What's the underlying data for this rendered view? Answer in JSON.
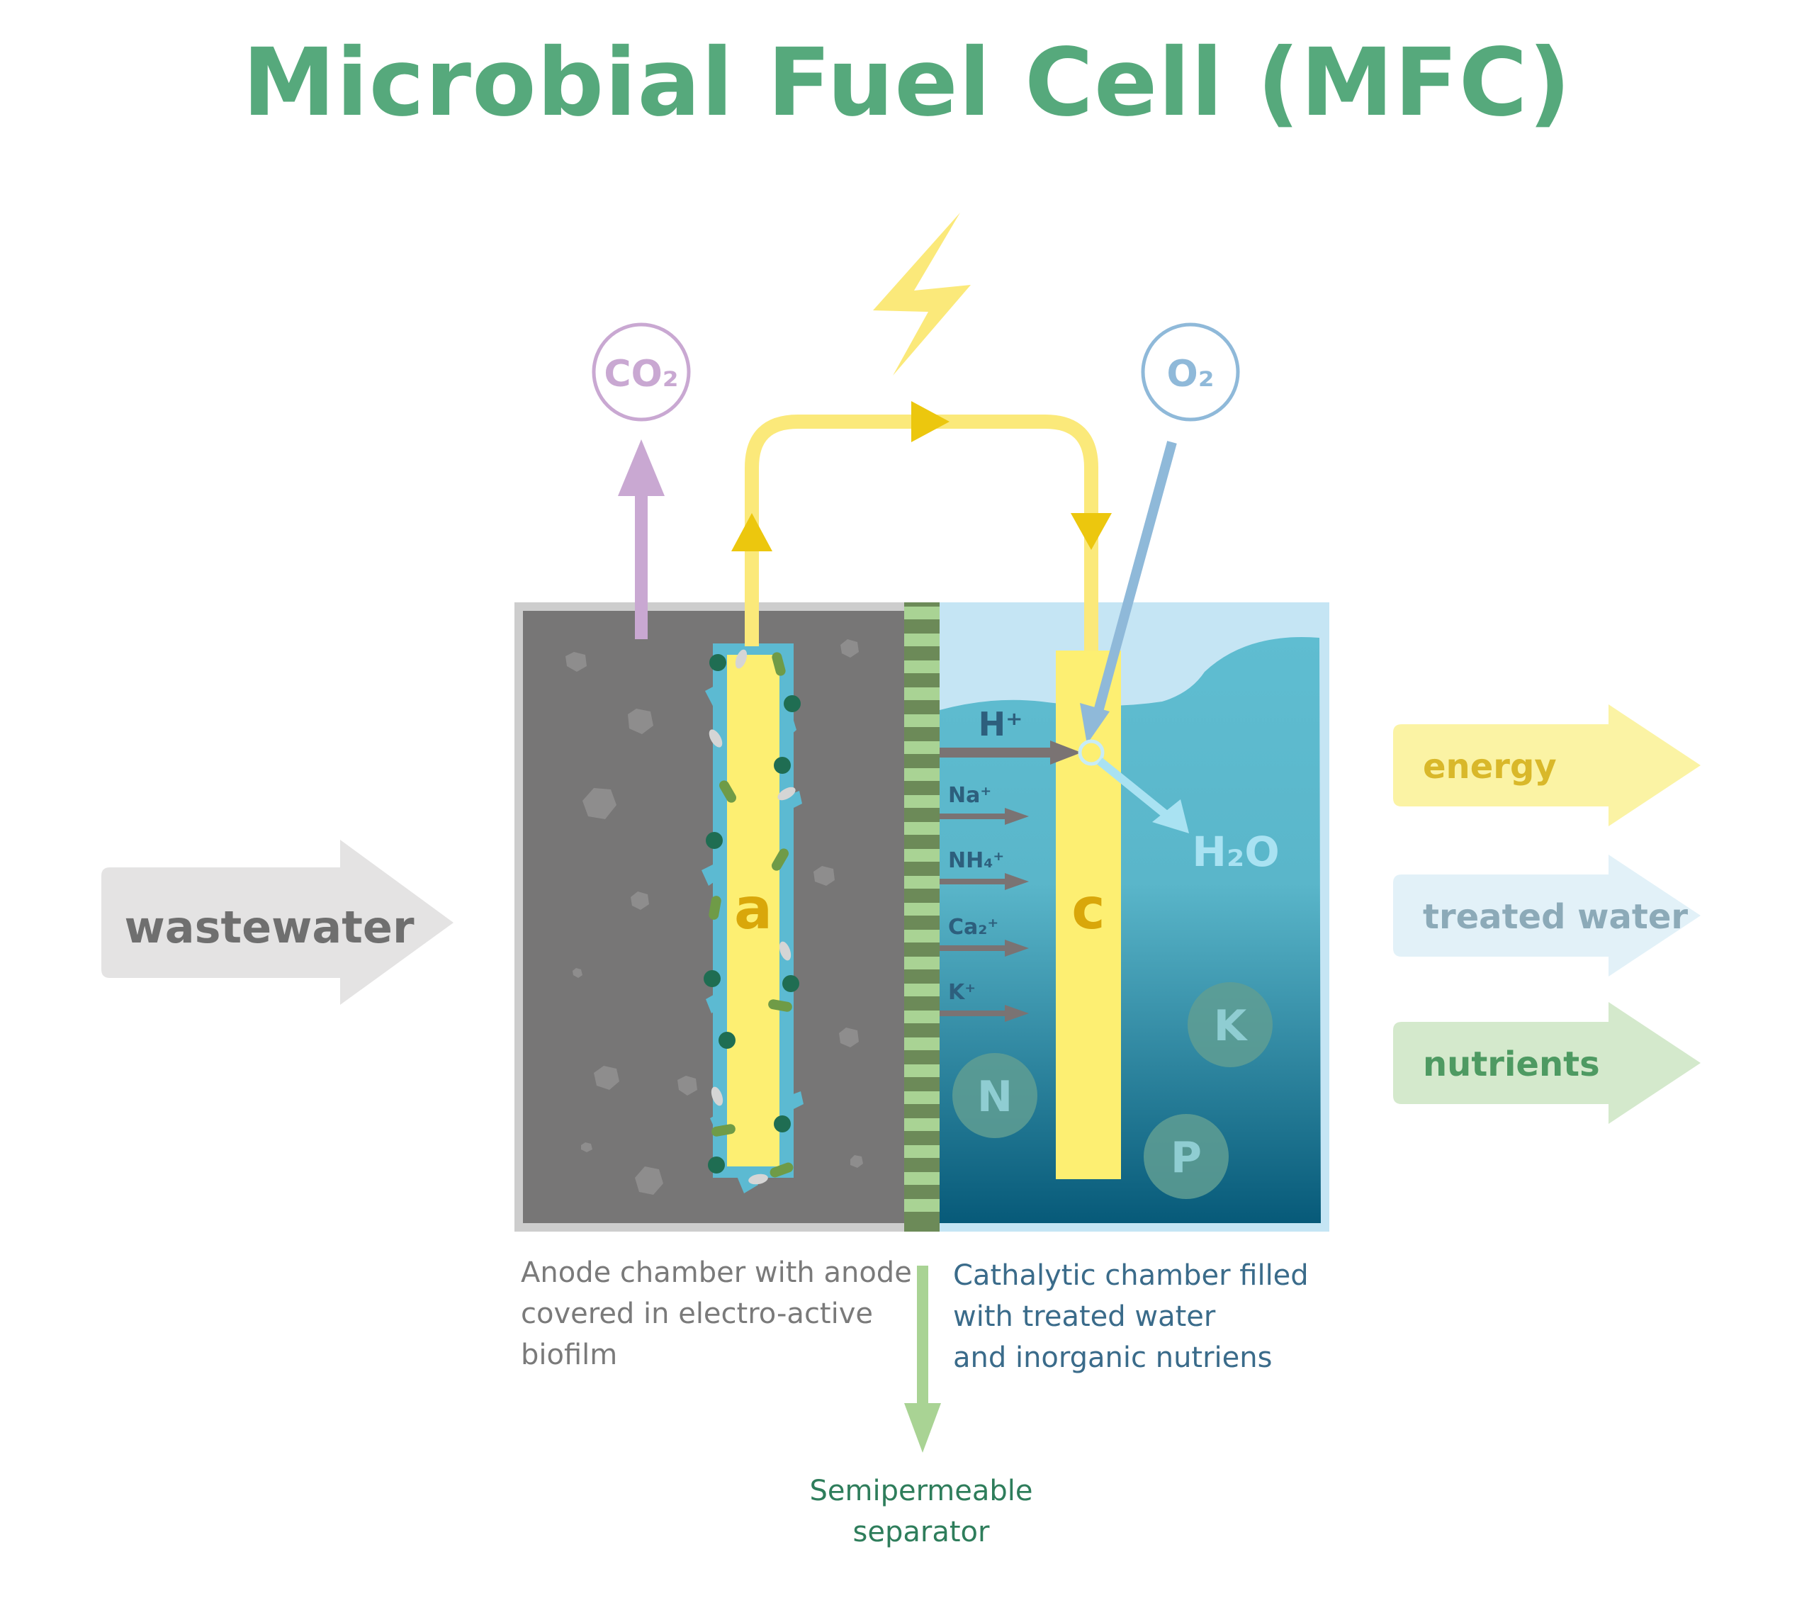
{
  "title": "Microbial Fuel Cell (MFC)",
  "input": {
    "label": "wastewater"
  },
  "outputs": [
    {
      "label": "energy",
      "color": "#d9b82a",
      "fill": "#fbf3a4"
    },
    {
      "label": "treated water",
      "color": "#8caab8",
      "fill": "#e2f1f8"
    },
    {
      "label": "nutrients",
      "color": "#4e9a62",
      "fill": "#d4e9cc"
    }
  ],
  "gases": {
    "co2": "CO₂",
    "o2": "O₂"
  },
  "electrodes": {
    "anode": "a",
    "cathode": "c"
  },
  "ions": {
    "h": "H⁺",
    "list": [
      "Na⁺",
      "NH₄⁺",
      "Ca₂⁺",
      "K⁺"
    ]
  },
  "product": "H₂O",
  "nutrient_circles": [
    "N",
    "K",
    "P"
  ],
  "captions": {
    "anode": [
      "Anode chamber with anode",
      "covered in electro-active",
      "biofilm"
    ],
    "cathode": [
      "Cathalytic chamber filled",
      "with treated water",
      "and inorganic nutriens"
    ],
    "separator": [
      "Semipermeable",
      "separator"
    ]
  },
  "colors": {
    "title": "#56a97c",
    "wire": "#fbe97a",
    "wire_arrow": "#ecc70e",
    "co2": "#c9a8d2",
    "o2": "#8fb9d9",
    "anode_chamber": "#777676",
    "water_light": "#5fbdd1",
    "water_dark": "#075a79",
    "separator": "#a9d394"
  },
  "icons": {
    "lightning": "lightning-icon"
  }
}
